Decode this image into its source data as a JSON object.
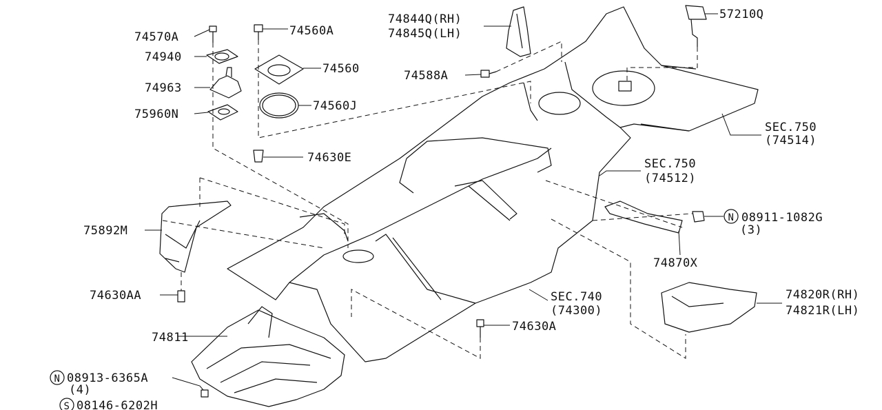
{
  "callouts": {
    "c74570A": "74570A",
    "c74940": "74940",
    "c74963": "74963",
    "c75960N": "75960N",
    "c74560A": "74560A",
    "c74560": "74560",
    "c74560J": "74560J",
    "c74630E": "74630E",
    "c74844Q": "74844Q(RH)",
    "c74845Q": "74845Q(LH)",
    "c74588A": "74588A",
    "c57210Q": "57210Q",
    "sec750a": "SEC.750",
    "sec750a_ref": "(74514)",
    "sec750b": "SEC.750",
    "sec750b_ref": "(74512)",
    "n08911_mark": "N",
    "n08911": "08911-1082G",
    "n08911_qty": "(3)",
    "c74870X": "74870X",
    "c75892M": "75892M",
    "c74630AA": "74630AA",
    "sec740": "SEC.740",
    "sec740_ref": "(74300)",
    "c74820R": "74820R(RH)",
    "c74821R": "74821R(LH)",
    "c74811": "74811",
    "c74630A": "74630A",
    "n08913_mark": "N",
    "n08913": "08913-6365A",
    "n08913_qty": "(4)",
    "s08146_mark": "S",
    "s08146": "08146-6202H"
  }
}
